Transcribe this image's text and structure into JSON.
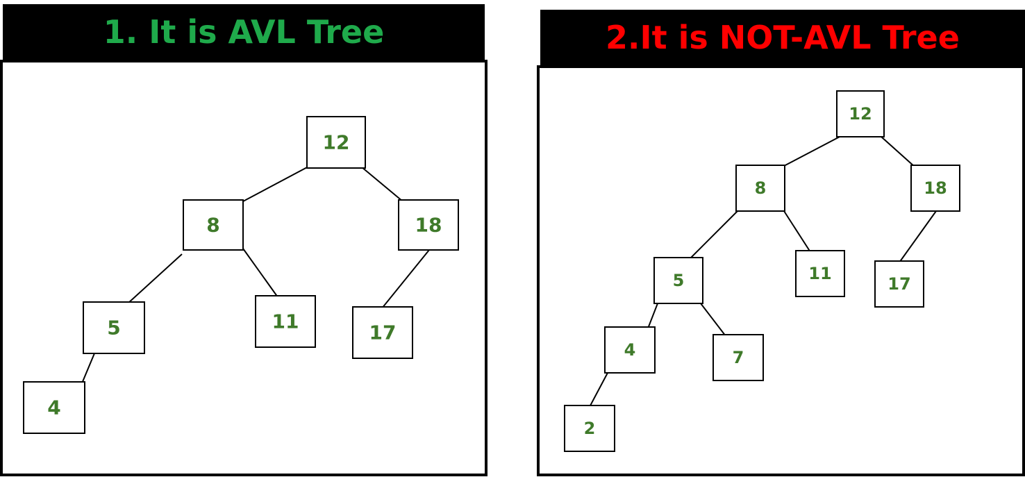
{
  "panels": [
    {
      "title": "1. It is AVL Tree",
      "title_color": "#1faa4b",
      "tree": {
        "nodes": [
          {
            "id": "n12",
            "label": "12"
          },
          {
            "id": "n8",
            "label": "8"
          },
          {
            "id": "n18",
            "label": "18"
          },
          {
            "id": "n5",
            "label": "5"
          },
          {
            "id": "n11",
            "label": "11"
          },
          {
            "id": "n17",
            "label": "17"
          },
          {
            "id": "n4",
            "label": "4"
          }
        ],
        "edges": [
          [
            "n12",
            "n8"
          ],
          [
            "n12",
            "n18"
          ],
          [
            "n8",
            "n5"
          ],
          [
            "n8",
            "n11"
          ],
          [
            "n18",
            "n17"
          ],
          [
            "n5",
            "n4"
          ]
        ]
      }
    },
    {
      "title": "2.It is NOT-AVL Tree",
      "title_color": "#ff0000",
      "tree": {
        "nodes": [
          {
            "id": "m12",
            "label": "12"
          },
          {
            "id": "m8",
            "label": "8"
          },
          {
            "id": "m18",
            "label": "18"
          },
          {
            "id": "m5",
            "label": "5"
          },
          {
            "id": "m11",
            "label": "11"
          },
          {
            "id": "m17",
            "label": "17"
          },
          {
            "id": "m4",
            "label": "4"
          },
          {
            "id": "m7",
            "label": "7"
          },
          {
            "id": "m2",
            "label": "2"
          }
        ],
        "edges": [
          [
            "m12",
            "m8"
          ],
          [
            "m12",
            "m18"
          ],
          [
            "m8",
            "m5"
          ],
          [
            "m8",
            "m11"
          ],
          [
            "m18",
            "m17"
          ],
          [
            "m5",
            "m4"
          ],
          [
            "m5",
            "m7"
          ],
          [
            "m4",
            "m2"
          ]
        ]
      }
    }
  ],
  "node_text_color": "#3f7a2a"
}
